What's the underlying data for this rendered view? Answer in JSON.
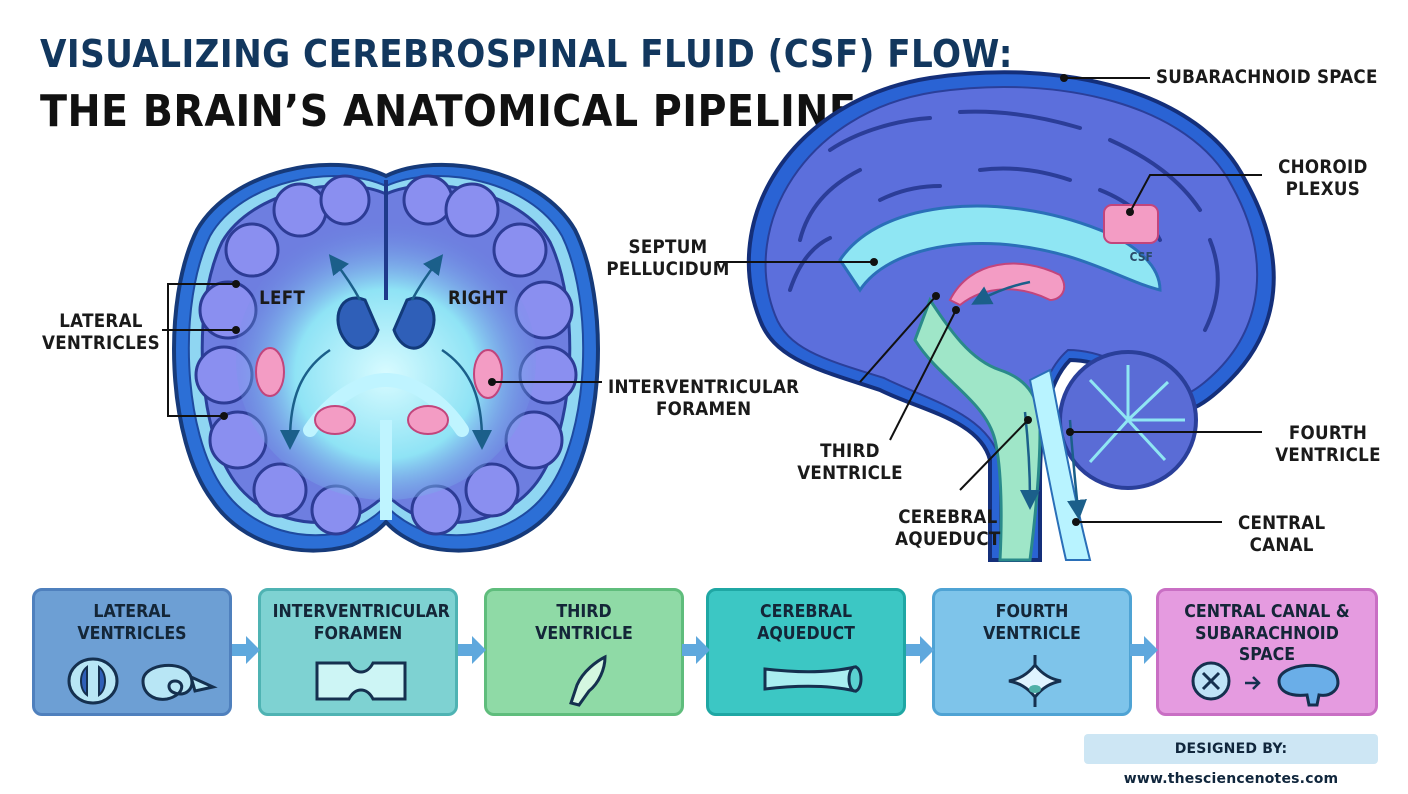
{
  "title": {
    "line1": "VISUALIZING CEREBROSPINAL FLUID (CSF) FLOW:",
    "line2": "THE BRAIN’S ANATOMICAL PIPELINE"
  },
  "coronal_view": {
    "side_left": "LEFT",
    "side_right": "RIGHT",
    "lateral_ventricles": [
      "LATERAL",
      "VENTRICLES"
    ],
    "interventricular_foramen": [
      "INTERVENTRICULAR",
      "FORAMEN"
    ]
  },
  "sagittal_view": {
    "subarachnoid_space": "SUBARACHNOID SPACE",
    "choroid_plexus": [
      "CHOROID",
      "PLEXUS"
    ],
    "csf_tag": "CSF",
    "septum_pellucidum": [
      "SEPTUM",
      "PELLUCIDUM"
    ],
    "third_ventricle": [
      "THIRD",
      "VENTRICLE"
    ],
    "cerebral_aqueduct": [
      "CEREBRAL",
      "AQUEDUCT"
    ],
    "fourth_ventricle": [
      "FOURTH",
      "VENTRICLE"
    ],
    "central_canal": [
      "CENTRAL",
      "CANAL"
    ]
  },
  "flow_steps": [
    {
      "label": [
        "LATERAL",
        "VENTRICLES"
      ],
      "icon": "lateral-ventricles-icon",
      "color": "#6d9fd4"
    },
    {
      "label": [
        "INTERVENTRICULAR",
        "FORAMEN"
      ],
      "icon": "foramen-icon",
      "color": "#7ed2d2"
    },
    {
      "label": [
        "THIRD",
        "VENTRICLE"
      ],
      "icon": "third-ventricle-icon",
      "color": "#8fdaa6"
    },
    {
      "label": [
        "CEREBRAL",
        "AQUEDUCT"
      ],
      "icon": "aqueduct-icon",
      "color": "#3cc7c4"
    },
    {
      "label": [
        "FOURTH",
        "VENTRICLE"
      ],
      "icon": "fourth-ventricle-icon",
      "color": "#7ec4ea"
    },
    {
      "label": [
        "CENTRAL CANAL &",
        "SUBARACHNOID SPACE"
      ],
      "icon": "spinal-cord-to-brain-icon",
      "color": "#e59be0"
    }
  ],
  "colors": {
    "title_blue": "#12375e",
    "brain_blue": "#4a72d6",
    "gyri_purple": "#7a78d8",
    "csf_cyan": "#8fe6f3",
    "choroid_pink": "#f29bc2"
  },
  "credit": "DESIGNED BY: www.thesciencenotes.com"
}
